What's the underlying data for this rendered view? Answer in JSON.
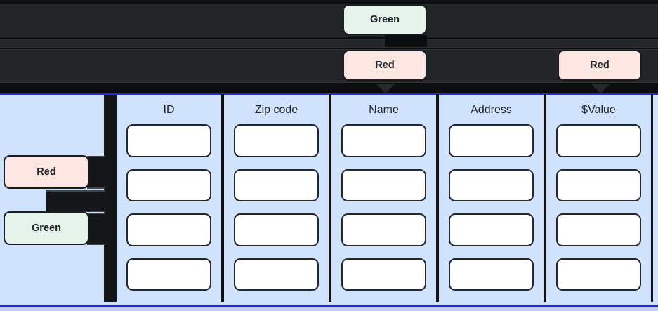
{
  "diagram": {
    "top": {
      "green_badge_label": "Green",
      "red_badge_left_label": "Red",
      "red_badge_right_label": "Red"
    },
    "left_panel": {
      "red_badge_label": "Red",
      "green_badge_label": "Green"
    },
    "table": {
      "column_headers": [
        "ID",
        "Zip code",
        "Name",
        "Address",
        "$Value"
      ],
      "cells_per_column": 4
    },
    "colors": {
      "background": "#0d0e10",
      "dark_bar": "#232529",
      "badge_red_bg": "#fbe6e2",
      "badge_green_bg": "#e6f3ea",
      "panel_blue_bg": "#d0e2fc",
      "selection_blue_border": "#1d29e2",
      "lavender_strip": "#c7c9f2",
      "cell_white": "#ffffff",
      "text_dark": "#202329"
    }
  }
}
